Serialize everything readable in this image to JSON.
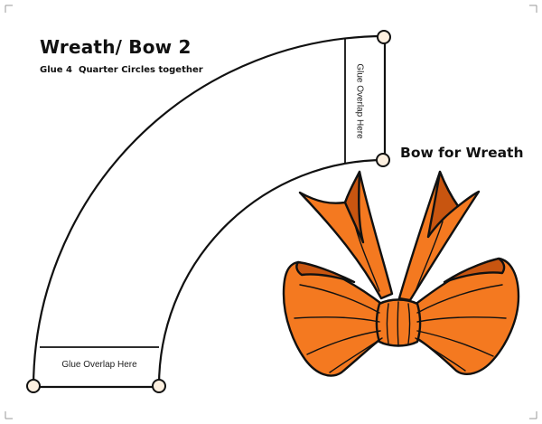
{
  "template": {
    "title": "Wreath/ Bow 2",
    "subtitle": "Glue 4  Quarter Circles together",
    "glue_label_vertical": "Glue Overlap Here",
    "glue_label_horizontal": "Glue Overlap Here",
    "bow_title": "Bow for Wreath"
  },
  "colors": {
    "bow_fill": "#f47920",
    "bow_shadow": "#c85510",
    "outline": "#111111",
    "marker_fill": "#fdf0e0"
  },
  "icons": [
    "bow-icon",
    "registration-mark-icon"
  ]
}
